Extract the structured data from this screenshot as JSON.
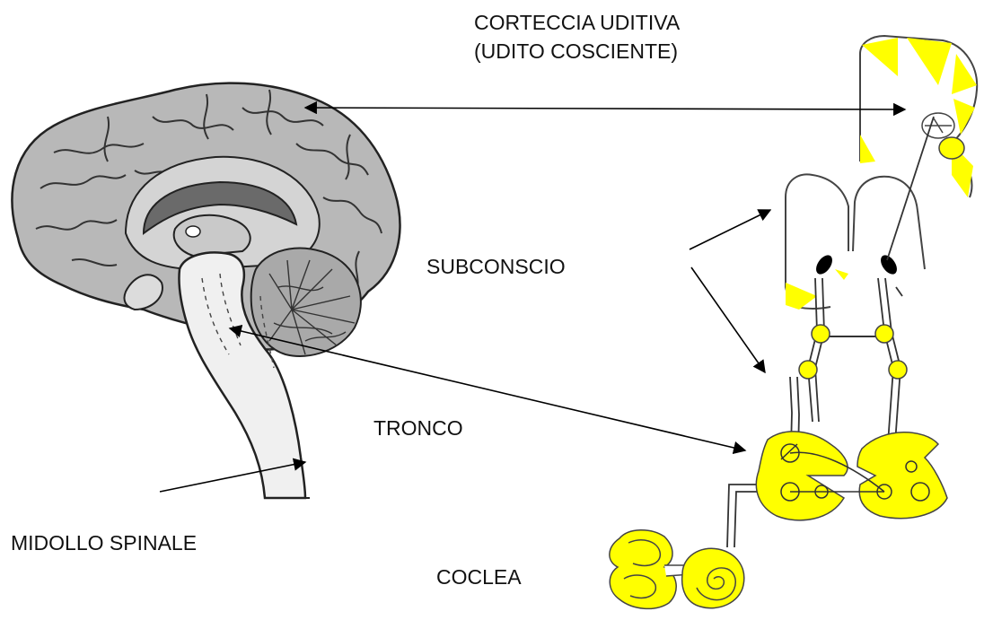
{
  "labels": {
    "cortex_line1": "CORTECCIA UDITIVA",
    "cortex_line2": "(UDITO COSCIENTE)",
    "subconscious": "SUBCONSCIO",
    "brainstem": "TRONCO",
    "spinal_cord": "MIDOLLO SPINALE",
    "cochlea": "COCLEA"
  },
  "colors": {
    "brain_fill": "#bdbdbd",
    "brain_dark": "#6e6e6e",
    "pathway_yellow": "#ffff00",
    "line": "#000000"
  }
}
